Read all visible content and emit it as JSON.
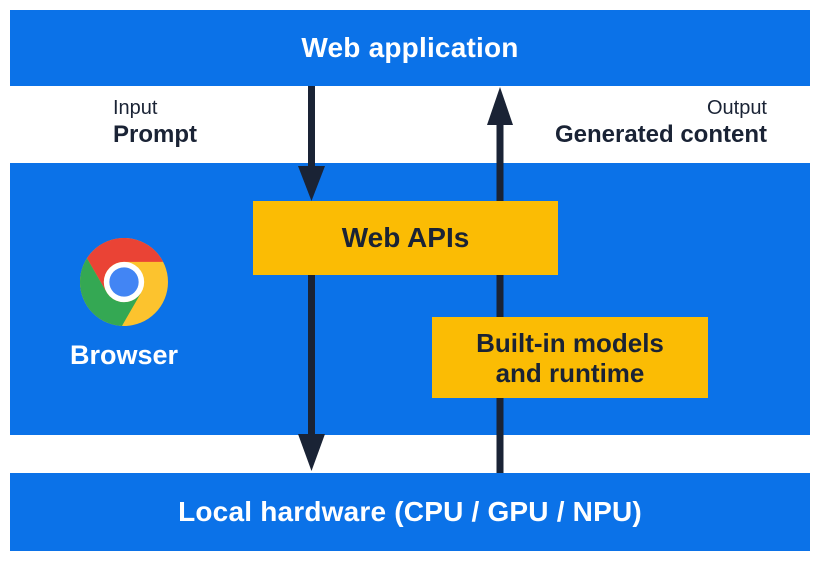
{
  "colors": {
    "layer_blue": "#0b72e8",
    "box_yellow": "#fbbc04",
    "ink_navy": "#1a2335",
    "text_white": "#ffffff",
    "chrome_red": "#ea4335",
    "chrome_yellow": "#fcc32e",
    "chrome_green": "#34a853",
    "chrome_blue": "#4285f4"
  },
  "layers": {
    "web_application": {
      "label": "Web application"
    },
    "browser": {
      "label": "Browser"
    },
    "local_hardware": {
      "label": "Local hardware (CPU / GPU / NPU)"
    }
  },
  "flow": {
    "input_caption": "Input",
    "input_value": "Prompt",
    "output_caption": "Output",
    "output_value": "Generated content"
  },
  "boxes": {
    "web_apis": {
      "label": "Web APIs"
    },
    "builtin_models": {
      "line1": "Built-in models",
      "line2": "and runtime"
    }
  },
  "icons": {
    "chrome": "chrome-browser-logo",
    "arrow_down": "downward-flow-arrow",
    "arrow_up": "upward-flow-arrow"
  }
}
